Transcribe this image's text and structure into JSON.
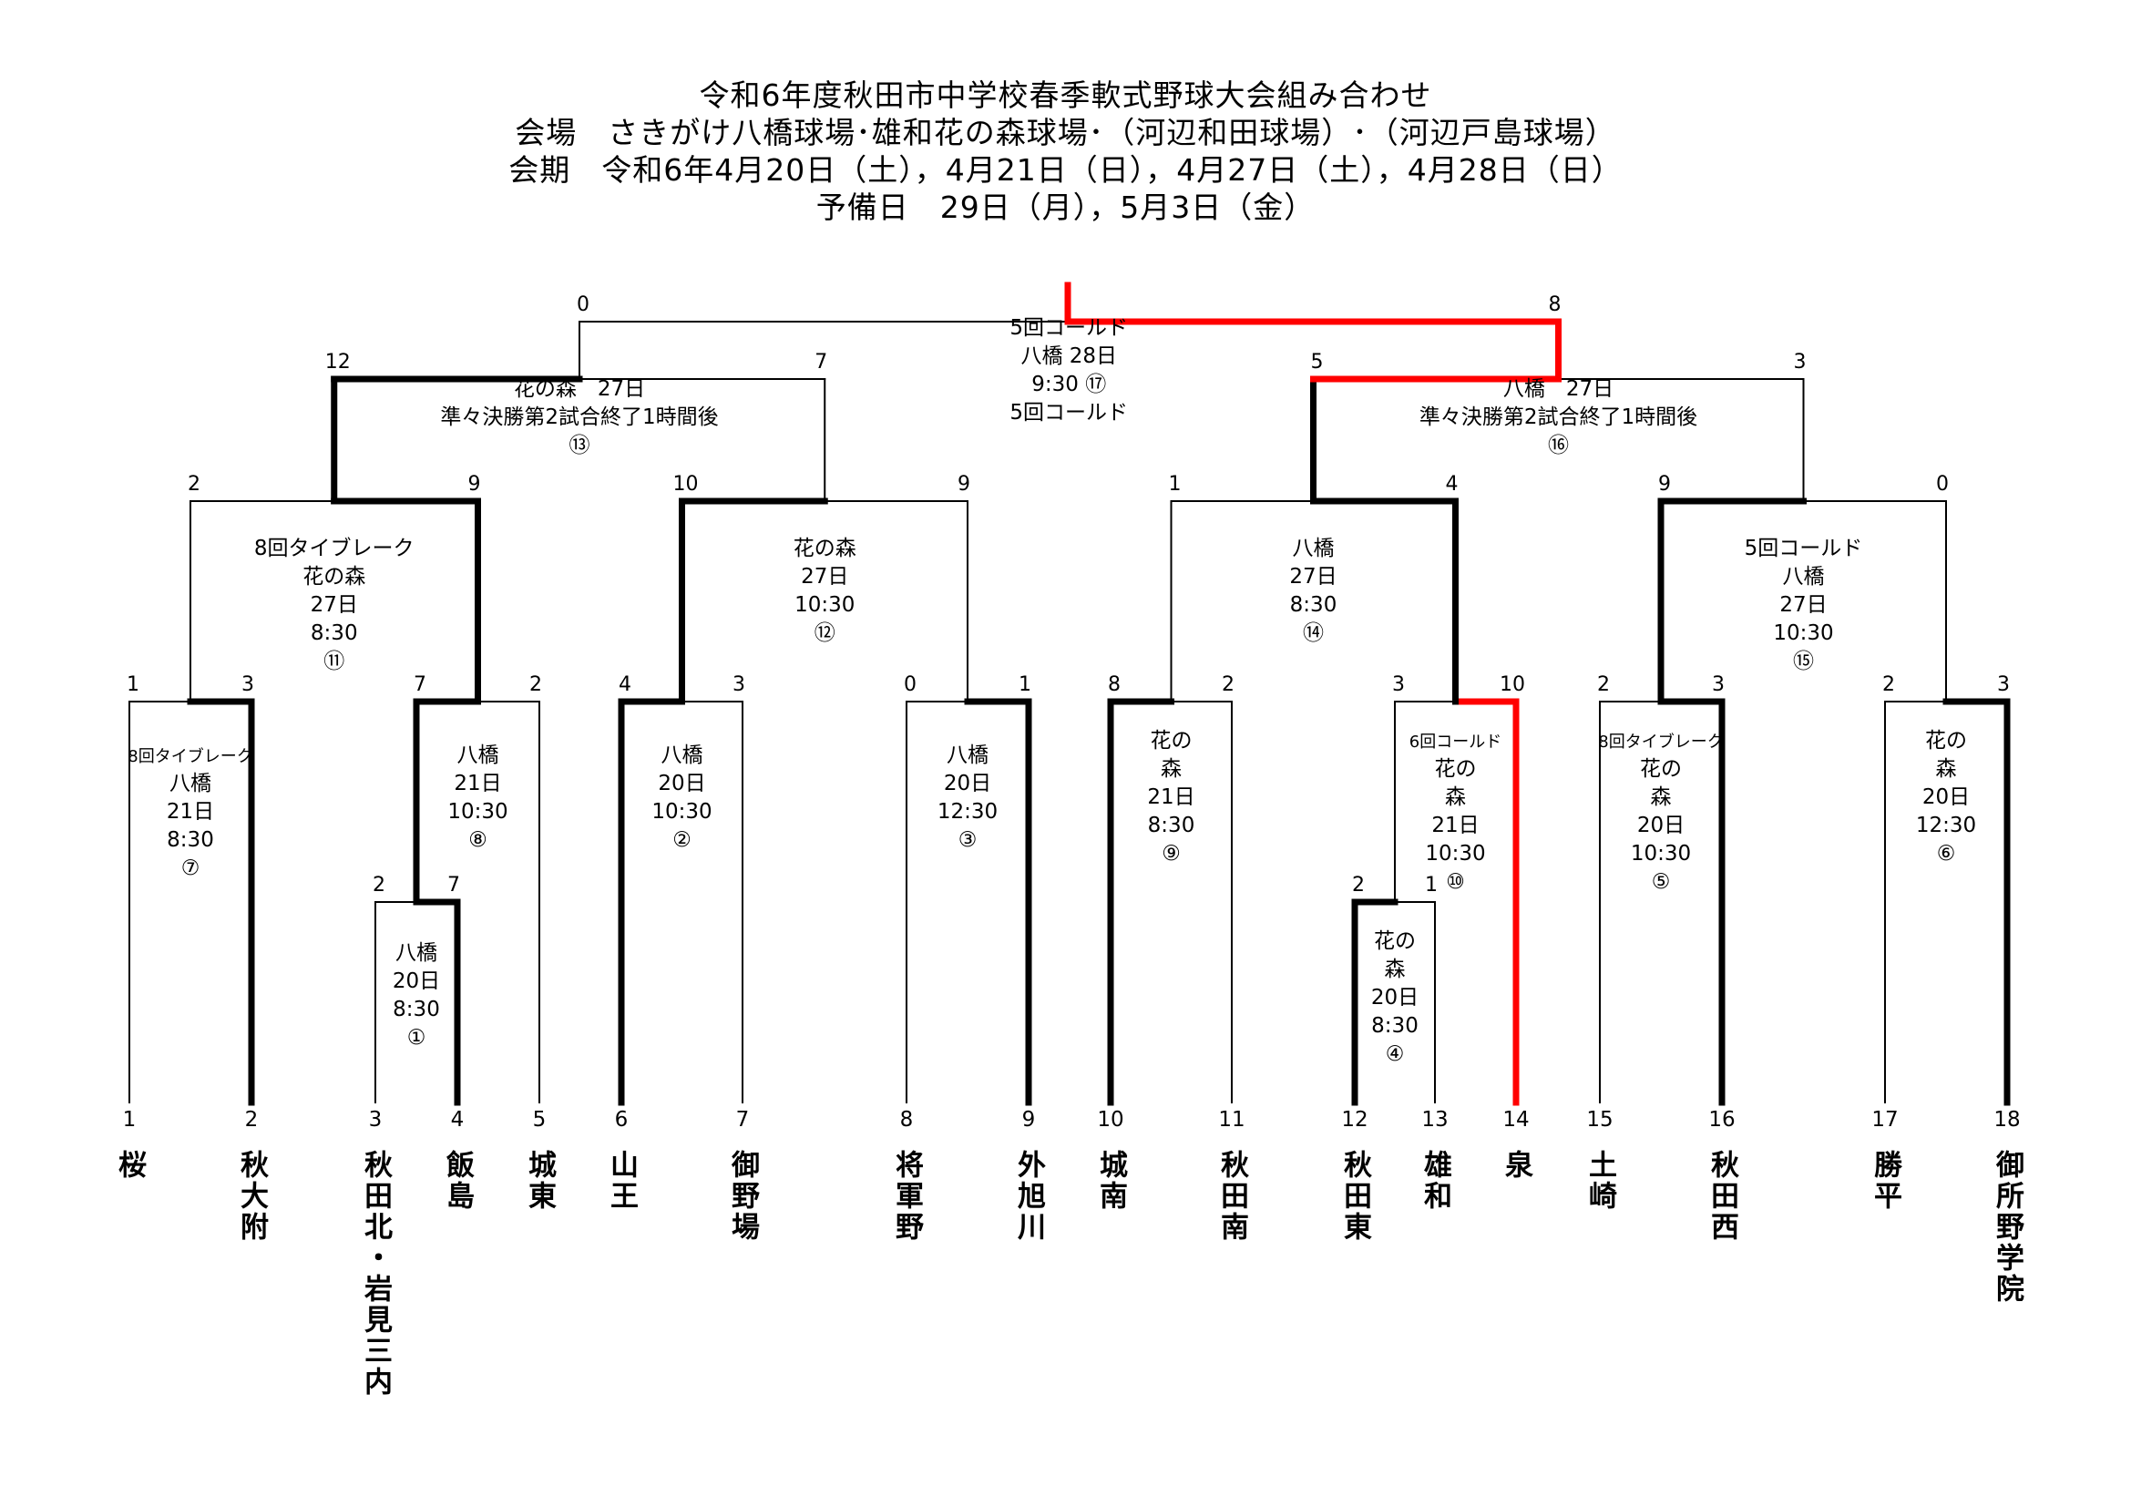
{
  "header": {
    "title": "令和6年度秋田市中学校春季軟式野球大会組み合わせ",
    "venue": "会場　さきがけ八橋球場･雄和花の森球場･（河辺和田球場）･（河辺戸島球場）",
    "period": "会期　令和6年4月20日（土），4月21日（日），4月27日（土），4月28日（日）",
    "reserve": "予備日　29日（月），5月3日（金）"
  },
  "colors": {
    "line": "#000000",
    "winner_path": "#ff0000"
  },
  "teams": [
    {
      "seed": "1",
      "name": "桜"
    },
    {
      "seed": "2",
      "name": "秋大附"
    },
    {
      "seed": "3",
      "name": "秋田北・岩見三内"
    },
    {
      "seed": "4",
      "name": "飯島"
    },
    {
      "seed": "5",
      "name": "城東"
    },
    {
      "seed": "6",
      "name": "山王"
    },
    {
      "seed": "7",
      "name": "御野場"
    },
    {
      "seed": "8",
      "name": "将軍野"
    },
    {
      "seed": "9",
      "name": "外旭川"
    },
    {
      "seed": "10",
      "name": "城南"
    },
    {
      "seed": "11",
      "name": "秋田南"
    },
    {
      "seed": "12",
      "name": "秋田東"
    },
    {
      "seed": "13",
      "name": "雄和"
    },
    {
      "seed": "14",
      "name": "泉"
    },
    {
      "seed": "15",
      "name": "土崎"
    },
    {
      "seed": "16",
      "name": "秋田西"
    },
    {
      "seed": "17",
      "name": "勝平"
    },
    {
      "seed": "18",
      "name": "御所野学院"
    }
  ],
  "matches": [
    {
      "id": "m1",
      "no": "①",
      "venue": "八橋",
      "day": "20日",
      "time": "8:30",
      "note": "",
      "score_left": "2",
      "score_right": "7",
      "winner": "right"
    },
    {
      "id": "m4",
      "no": "④",
      "venue": "花の森",
      "day": "20日",
      "time": "8:30",
      "note": "",
      "score_left": "2",
      "score_right": "1",
      "winner": "left"
    },
    {
      "id": "m7",
      "no": "⑦",
      "venue": "八橋",
      "day": "21日",
      "time": "8:30",
      "note": "8回タイブレーク",
      "score_left": "1",
      "score_right": "3",
      "winner": "right"
    },
    {
      "id": "m8",
      "no": "⑧",
      "venue": "八橋",
      "day": "21日",
      "time": "10:30",
      "note": "",
      "score_left": "7",
      "score_right": "2",
      "winner": "left"
    },
    {
      "id": "m2",
      "no": "②",
      "venue": "八橋",
      "day": "20日",
      "time": "10:30",
      "note": "",
      "score_left": "4",
      "score_right": "3",
      "winner": "left"
    },
    {
      "id": "m3",
      "no": "③",
      "venue": "八橋",
      "day": "20日",
      "time": "12:30",
      "note": "",
      "score_left": "0",
      "score_right": "1",
      "winner": "right"
    },
    {
      "id": "m9",
      "no": "⑨",
      "venue": "花の森",
      "day": "21日",
      "time": "8:30",
      "note": "",
      "score_left": "8",
      "score_right": "2",
      "winner": "left"
    },
    {
      "id": "m10",
      "no": "⑩",
      "venue": "花の森",
      "day": "21日",
      "time": "10:30",
      "note": "6回コールド",
      "score_left": "3",
      "score_right": "10",
      "winner": "right"
    },
    {
      "id": "m5",
      "no": "⑤",
      "venue": "花の森",
      "day": "20日",
      "time": "10:30",
      "note": "8回タイブレーク",
      "score_left": "2",
      "score_right": "3",
      "winner": "right"
    },
    {
      "id": "m6",
      "no": "⑥",
      "venue": "花の森",
      "day": "20日",
      "time": "12:30",
      "note": "",
      "score_left": "2",
      "score_right": "3",
      "winner": "right"
    },
    {
      "id": "m11",
      "no": "⑪",
      "venue": "花の森",
      "day": "27日",
      "time": "8:30",
      "note": "8回タイブレーク",
      "score_left": "2",
      "score_right": "9",
      "winner": "right"
    },
    {
      "id": "m12",
      "no": "⑫",
      "venue": "花の森",
      "day": "27日",
      "time": "10:30",
      "note": "",
      "score_left": "10",
      "score_right": "9",
      "winner": "left"
    },
    {
      "id": "m14",
      "no": "⑭",
      "venue": "八橋",
      "day": "27日",
      "time": "8:30",
      "note": "",
      "score_left": "1",
      "score_right": "4",
      "winner": "right"
    },
    {
      "id": "m15",
      "no": "⑮",
      "venue": "八橋",
      "day": "27日",
      "time": "10:30",
      "note": "5回コールド",
      "score_left": "9",
      "score_right": "0",
      "winner": "left"
    },
    {
      "id": "m13",
      "no": "⑬",
      "venue": "花の森",
      "day": "27日",
      "time": "準々決勝第2試合終了1時間後",
      "note": "",
      "score_left": "12",
      "score_right": "7",
      "winner": "left"
    },
    {
      "id": "m16",
      "no": "⑯",
      "venue": "八橋",
      "day": "27日",
      "time": "準々決勝第2試合終了1時間後",
      "note": "",
      "score_left": "5",
      "score_right": "3",
      "winner": "left"
    },
    {
      "id": "m17",
      "no": "⑰",
      "venue": "八橋",
      "day": "28日",
      "time": "9:30",
      "note": "5回コールド",
      "score_left": "0",
      "score_right": "8",
      "winner": "right"
    }
  ]
}
